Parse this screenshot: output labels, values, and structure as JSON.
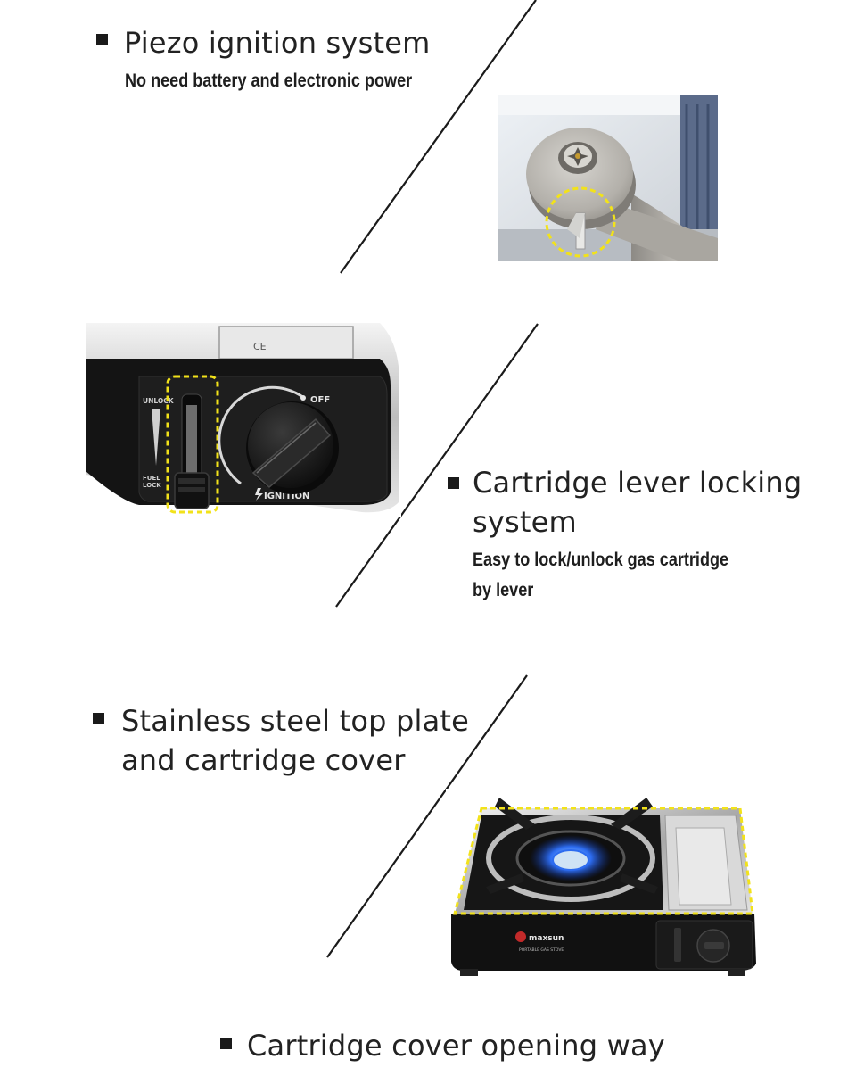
{
  "sections": [
    {
      "title": "Piezo ignition system",
      "subtitle_lines": [
        "No need battery and electronic power"
      ]
    },
    {
      "title_lines": [
        "Cartridge lever locking",
        "system"
      ],
      "subtitle_lines": [
        "Easy to lock/unlock gas cartridge",
        "by lever"
      ],
      "photo_labels": {
        "unlock": "UNLOCK",
        "fuel_lock_1": "FUEL",
        "fuel_lock_2": "LOCK",
        "off": "OFF",
        "ignition": "IGNITION",
        "ce_mark": "CE"
      }
    },
    {
      "title_lines": [
        "Stainless steel top plate",
        "and cartridge cover"
      ],
      "photo_labels": {
        "brand": "maxsun",
        "brand_sub": "PORTABLE GAS STOVE"
      }
    },
    {
      "title": "Cartridge cover opening way"
    }
  ],
  "colors": {
    "highlight": "#f2e21a",
    "text": "#1a1a1a",
    "flame": "#2d6cf0"
  }
}
